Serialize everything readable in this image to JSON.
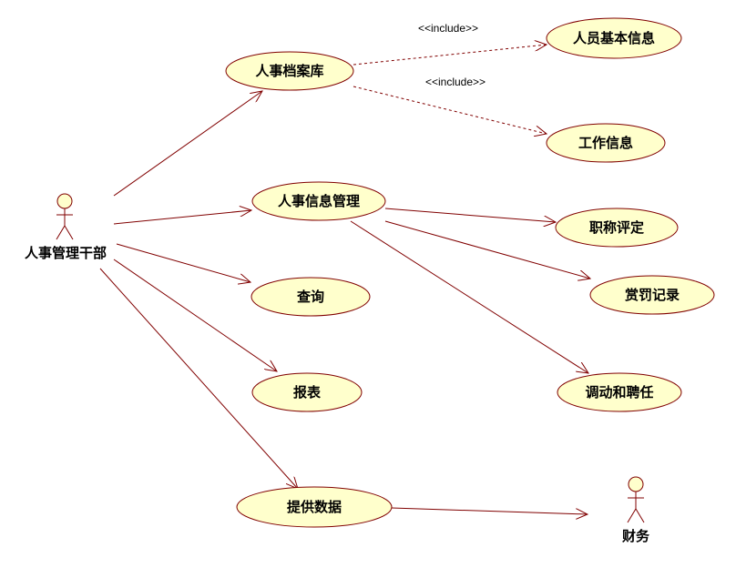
{
  "colors": {
    "fill": "#ffffcc",
    "stroke": "#800000"
  },
  "actors": {
    "hr_manager": "人事管理干部",
    "finance": "财务"
  },
  "use_cases": {
    "hr_archive": "人事档案库",
    "basic_info": "人员基本信息",
    "work_info": "工作信息",
    "hr_info_mgmt": "人事信息管理",
    "title_eval": "职称评定",
    "reward_punish": "赏罚记录",
    "query": "查询",
    "report": "报表",
    "transfer_hire": "调动和聘任",
    "provide_data": "提供数据"
  },
  "stereotypes": {
    "include_1": "<<include>>",
    "include_2": "<<include>>"
  }
}
